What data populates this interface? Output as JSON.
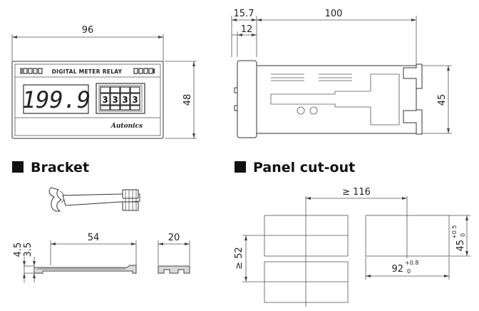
{
  "front_view": {
    "width": "96",
    "height": "48",
    "model_label": "DIGITAL METER RELAY",
    "display_value": "199.9",
    "thumbwheel_digits": [
      "3",
      "3",
      "3",
      "3"
    ],
    "brand": "Autonics"
  },
  "side_view": {
    "depth": "100",
    "flange": "15.7",
    "bezel": "12",
    "height": "45"
  },
  "bracket": {
    "title": "Bracket",
    "length": "54",
    "width": "20",
    "height_a": "4.5",
    "height_b": "3.5"
  },
  "panel_cutout": {
    "title": "Panel cut-out",
    "h_pitch": "≥ 116",
    "v_pitch": "≥ 52",
    "hole_w": "92",
    "hole_w_tol_upper": "+0.8",
    "hole_w_tol_lower": "0",
    "hole_h": "45",
    "hole_h_tol_upper": "+0.5",
    "hole_h_tol_lower": "0"
  }
}
